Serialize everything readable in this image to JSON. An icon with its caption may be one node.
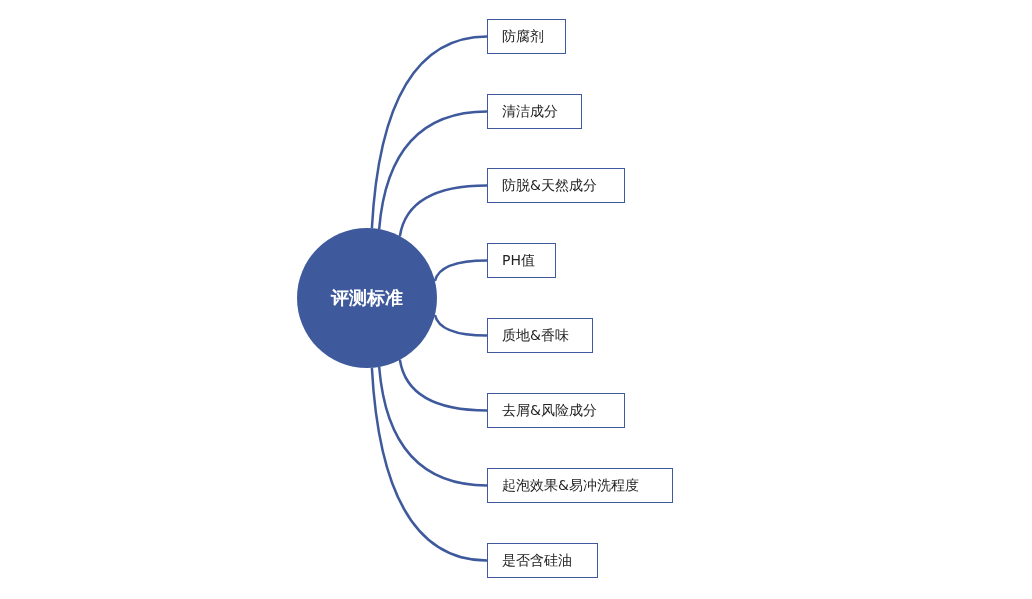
{
  "diagram": {
    "nodes": [
      {
        "text": [
          "评测标准"
        ]
      },
      {
        "text": [
          "防腐剂"
        ]
      },
      {
        "text": [
          "清洁成分"
        ]
      },
      {
        "text": [
          "防脱&天然成分"
        ]
      },
      {
        "text": [
          "PH值"
        ]
      },
      {
        "text": [
          "质地&香味"
        ]
      },
      {
        "text": [
          "去屑&风险成分"
        ]
      },
      {
        "text": [
          "起泡效果&易冲洗程度"
        ]
      },
      {
        "text": [
          "是否含硅油"
        ]
      }
    ],
    "edges": [
      {
        "from": 0,
        "to": 1,
        "arrow": "none"
      },
      {
        "from": 0,
        "to": 2,
        "arrow": "none"
      },
      {
        "from": 0,
        "to": 3,
        "arrow": "none"
      },
      {
        "from": 0,
        "to": 4,
        "arrow": "none"
      },
      {
        "from": 0,
        "to": 5,
        "arrow": "none"
      },
      {
        "from": 0,
        "to": 6,
        "arrow": "none"
      },
      {
        "from": 0,
        "to": 7,
        "arrow": "none"
      },
      {
        "from": 0,
        "to": 8,
        "arrow": "none"
      }
    ]
  }
}
